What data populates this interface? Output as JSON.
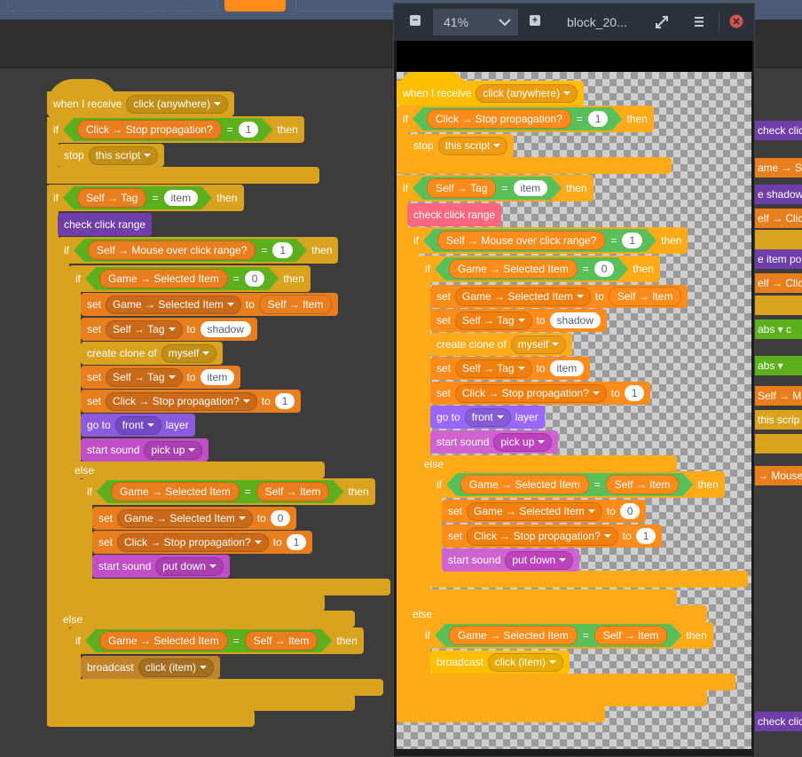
{
  "window": {
    "zoom_value": "41%",
    "title": "block_20...",
    "icons": [
      "minus-icon",
      "chevron-down-icon",
      "plus-icon",
      "expand-icon",
      "menu-icon",
      "close-icon"
    ]
  },
  "colors_left": {
    "control": "#d9a31f",
    "event": "#d9a31f",
    "data": "#e87e1d",
    "data_dark": "#c9691a",
    "operator": "#5cb01d",
    "custom": "#6f3ea8",
    "looks": "#8a5bdc",
    "looks_dark": "#7449c4",
    "sound": "#c24fc8",
    "sound_dark": "#a93fb0",
    "broadcast": "#c0842a",
    "broadcast_dark": "#a46e20",
    "control_dark": "#c18f17",
    "bg": "#3c3c3c"
  },
  "colors_right": {
    "control": "#ffab19",
    "event": "#ffbf00",
    "data": "#ff8c1a",
    "data_dark": "#f07f10",
    "operator": "#59c059",
    "custom": "#ff6680",
    "looks": "#9966ff",
    "looks_dark": "#855cd6",
    "sound": "#cf63cf",
    "sound_dark": "#bd42bd",
    "broadcast": "#ffbf00",
    "broadcast_dark": "#e6ac00",
    "control_dark": "#ec9c13"
  },
  "script": {
    "else_label": "else",
    "rows": [
      {
        "cat": "event",
        "kind": "hat",
        "parts": [
          {
            "t": "label",
            "v": "when I receive"
          },
          {
            "t": "menu",
            "v": "click (anywhere)"
          }
        ]
      },
      {
        "cat": "control",
        "kind": "ifrow",
        "parts": [
          {
            "t": "label",
            "v": "if"
          },
          {
            "t": "cond",
            "parts": [
              {
                "t": "rep",
                "v": "Click → Stop propagation?"
              },
              {
                "t": "label",
                "v": "="
              },
              {
                "t": "in",
                "v": "1"
              }
            ]
          },
          {
            "t": "label",
            "v": "then"
          }
        ]
      },
      {
        "cat": "control",
        "kind": "stack",
        "parts": [
          {
            "t": "label",
            "v": "stop"
          },
          {
            "t": "menu",
            "v": "this script"
          }
        ]
      },
      {
        "cat": "control",
        "kind": "ifrow",
        "parts": [
          {
            "t": "label",
            "v": "if"
          },
          {
            "t": "cond",
            "parts": [
              {
                "t": "rep",
                "v": "Self → Tag"
              },
              {
                "t": "label",
                "v": "="
              },
              {
                "t": "in",
                "v": "item"
              }
            ]
          },
          {
            "t": "label",
            "v": "then"
          }
        ]
      },
      {
        "cat": "custom",
        "kind": "stack",
        "parts": [
          {
            "t": "label",
            "v": "check click range"
          }
        ]
      },
      {
        "cat": "control",
        "kind": "ifrow",
        "parts": [
          {
            "t": "label",
            "v": "if"
          },
          {
            "t": "cond",
            "parts": [
              {
                "t": "rep",
                "v": "Self → Mouse over click range?"
              },
              {
                "t": "label",
                "v": "="
              },
              {
                "t": "in",
                "v": "1"
              }
            ]
          },
          {
            "t": "label",
            "v": "then"
          }
        ]
      },
      {
        "cat": "control",
        "kind": "ifrow",
        "parts": [
          {
            "t": "label",
            "v": "if"
          },
          {
            "t": "cond",
            "parts": [
              {
                "t": "rep",
                "v": "Game → Selected Item"
              },
              {
                "t": "label",
                "v": "="
              },
              {
                "t": "in",
                "v": "0"
              }
            ]
          },
          {
            "t": "label",
            "v": "then"
          }
        ]
      },
      {
        "cat": "data",
        "kind": "stack",
        "parts": [
          {
            "t": "label",
            "v": "set"
          },
          {
            "t": "menu",
            "v": "Game → Selected Item"
          },
          {
            "t": "label",
            "v": "to"
          },
          {
            "t": "rep",
            "v": "Self → Item"
          }
        ]
      },
      {
        "cat": "data",
        "kind": "stack",
        "parts": [
          {
            "t": "label",
            "v": "set"
          },
          {
            "t": "menu",
            "v": "Self → Tag"
          },
          {
            "t": "label",
            "v": "to"
          },
          {
            "t": "in",
            "v": "shadow"
          }
        ]
      },
      {
        "cat": "control",
        "kind": "stack",
        "parts": [
          {
            "t": "label",
            "v": "create clone of"
          },
          {
            "t": "menu",
            "v": "myself"
          }
        ]
      },
      {
        "cat": "data",
        "kind": "stack",
        "parts": [
          {
            "t": "label",
            "v": "set"
          },
          {
            "t": "menu",
            "v": "Self → Tag"
          },
          {
            "t": "label",
            "v": "to"
          },
          {
            "t": "in",
            "v": "item"
          }
        ]
      },
      {
        "cat": "data",
        "kind": "stack",
        "parts": [
          {
            "t": "label",
            "v": "set"
          },
          {
            "t": "menu",
            "v": "Click → Stop propagation?"
          },
          {
            "t": "label",
            "v": "to"
          },
          {
            "t": "in",
            "v": "1"
          }
        ]
      },
      {
        "cat": "looks",
        "kind": "stack",
        "parts": [
          {
            "t": "label",
            "v": "go to"
          },
          {
            "t": "menu",
            "v": "front"
          },
          {
            "t": "label",
            "v": "layer"
          }
        ]
      },
      {
        "cat": "sound",
        "kind": "stack",
        "parts": [
          {
            "t": "label",
            "v": "start sound"
          },
          {
            "t": "menu",
            "v": "pick up"
          }
        ]
      },
      {
        "cat": "control",
        "kind": "else",
        "parts": []
      },
      {
        "cat": "control",
        "kind": "ifrow",
        "parts": [
          {
            "t": "label",
            "v": "if"
          },
          {
            "t": "cond",
            "parts": [
              {
                "t": "rep",
                "v": "Game → Selected Item"
              },
              {
                "t": "label",
                "v": "="
              },
              {
                "t": "rep",
                "v": "Self → Item"
              }
            ]
          },
          {
            "t": "label",
            "v": "then"
          }
        ]
      },
      {
        "cat": "data",
        "kind": "stack",
        "parts": [
          {
            "t": "label",
            "v": "set"
          },
          {
            "t": "menu",
            "v": "Game → Selected Item"
          },
          {
            "t": "label",
            "v": "to"
          },
          {
            "t": "in",
            "v": "0"
          }
        ]
      },
      {
        "cat": "data",
        "kind": "stack",
        "parts": [
          {
            "t": "label",
            "v": "set"
          },
          {
            "t": "menu",
            "v": "Click → Stop propagation?"
          },
          {
            "t": "label",
            "v": "to"
          },
          {
            "t": "in",
            "v": "1"
          }
        ]
      },
      {
        "cat": "sound",
        "kind": "stack",
        "parts": [
          {
            "t": "label",
            "v": "start sound"
          },
          {
            "t": "menu",
            "v": "put down"
          }
        ]
      },
      {
        "cat": "control",
        "kind": "else",
        "parts": []
      },
      {
        "cat": "control",
        "kind": "ifrow",
        "parts": [
          {
            "t": "label",
            "v": "if"
          },
          {
            "t": "cond",
            "parts": [
              {
                "t": "rep",
                "v": "Game → Selected Item"
              },
              {
                "t": "label",
                "v": "="
              },
              {
                "t": "rep",
                "v": "Self → Item"
              }
            ]
          },
          {
            "t": "label",
            "v": "then"
          }
        ]
      },
      {
        "cat": "broadcast",
        "kind": "stack",
        "parts": [
          {
            "t": "label",
            "v": "broadcast"
          },
          {
            "t": "menu",
            "v": "click (item)"
          }
        ]
      }
    ]
  },
  "behind_fragments": [
    {
      "cat": "custom",
      "v": "check click"
    },
    {
      "cat": "data",
      "v": "ame → S"
    },
    {
      "cat": "custom",
      "v": "e shadow"
    },
    {
      "cat": "data",
      "v": "elf → Click"
    },
    {
      "cat": "control",
      "v": ""
    },
    {
      "cat": "custom",
      "v": "e item po"
    },
    {
      "cat": "data",
      "v": "elf → Clic"
    },
    {
      "cat": "control",
      "v": ""
    },
    {
      "cat": "operator",
      "v": "abs ▾  c"
    },
    {
      "cat": "operator",
      "v": "  abs ▾"
    },
    {
      "cat": "data",
      "v": "Self → M"
    },
    {
      "cat": "control",
      "v": "this scrip"
    },
    {
      "cat": "control",
      "v": ""
    },
    {
      "cat": "data",
      "v": "→ Mouse"
    },
    {
      "cat": "custom",
      "v": "check clic"
    }
  ]
}
